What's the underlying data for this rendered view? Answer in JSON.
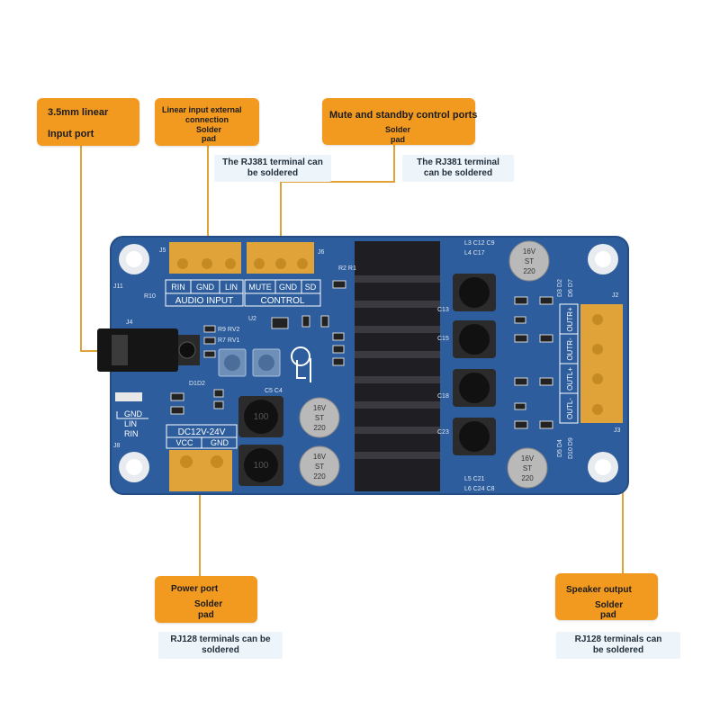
{
  "callouts": {
    "jack": {
      "line1": "3.5mm linear",
      "line2": "Input port"
    },
    "linein": {
      "line1": "Linear input external",
      "line2": "connection",
      "line3": "Solder",
      "line4": "pad"
    },
    "control": {
      "line1": "Mute and standby control ports",
      "line2": "Solder",
      "line3": "pad"
    },
    "power": {
      "line1": "Power port",
      "line2": "Solder",
      "line3": "pad"
    },
    "speaker": {
      "line1": "Speaker output",
      "line2": "Solder",
      "line3": "pad"
    }
  },
  "notes": {
    "linein": {
      "line1": "The RJ381 terminal can",
      "line2": "be soldered"
    },
    "control": {
      "line1": "The RJ381 terminal",
      "line2": "can be soldered"
    },
    "power": {
      "line1": "RJ128 terminals can be",
      "line2": "soldered"
    },
    "speaker": {
      "line1": "RJ128 terminals can",
      "line2": "be soldered"
    }
  },
  "board": {
    "audio_pins": [
      "RIN",
      "GND",
      "LIN"
    ],
    "audio_title": "AUDIO INPUT",
    "control_pins": [
      "MUTE",
      "GND",
      "SD"
    ],
    "control_title": "CONTROL",
    "power_rating": "DC12V-24V",
    "power_pins": [
      "VCC",
      "GND"
    ],
    "speaker_pins": [
      "OUTR+",
      "OUTR-",
      "OUTL+",
      "OUTL-"
    ],
    "left_labels": [
      "GND",
      "LIN",
      "RIN"
    ],
    "cap_text": [
      "16V",
      "ST",
      "220"
    ],
    "inductor_text": "100",
    "silk": {
      "j5": "J5",
      "j6": "J6",
      "j11": "J11",
      "r10": "R10",
      "j4": "J4",
      "j8": "J8",
      "j2": "J2",
      "j3": "J3",
      "u2": "U2",
      "r2r1": "R2 R1",
      "r9rv2": "R9 RV2",
      "r7rv1": "R7 RV1",
      "d1d2": "D1D2",
      "l3c12": "L3 C12 C9",
      "l4c17": "L4 C17",
      "l5c21": "L5 C21",
      "l6c24": "L6 C24 C8",
      "d3d2": "D3 D2",
      "d6d7": "D6 D7",
      "d5d4": "D5 D4",
      "d10d9": "D10 D9",
      "c5c4": "C5 C4",
      "c13": "C13",
      "c15": "C15",
      "c18": "C18",
      "c23": "C23"
    },
    "colors": {
      "pcb": "#2d5d9c",
      "pad": "#e0a33a",
      "heatsink": "#1f1f23",
      "callout": "#f29a1f"
    }
  }
}
